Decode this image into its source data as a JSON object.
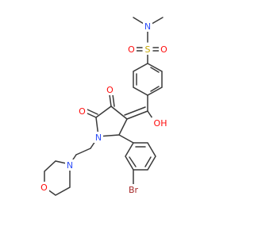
{
  "atom_labels": {
    "n_sulfonamide": "N",
    "s": "S",
    "o_s_left": "O",
    "o_s_right": "O",
    "oh": "OH",
    "o_ring_upper": "O",
    "o_ring_lower": "O",
    "n_ring": "N",
    "n_morph": "N",
    "o_morph": "O",
    "br": "Br"
  },
  "colors": {
    "bond": "#3a3a3a",
    "nitrogen": "#3050f8",
    "oxygen": "#ff0d0d",
    "sulfur": "#c6a800",
    "bromine": "#a62929"
  }
}
